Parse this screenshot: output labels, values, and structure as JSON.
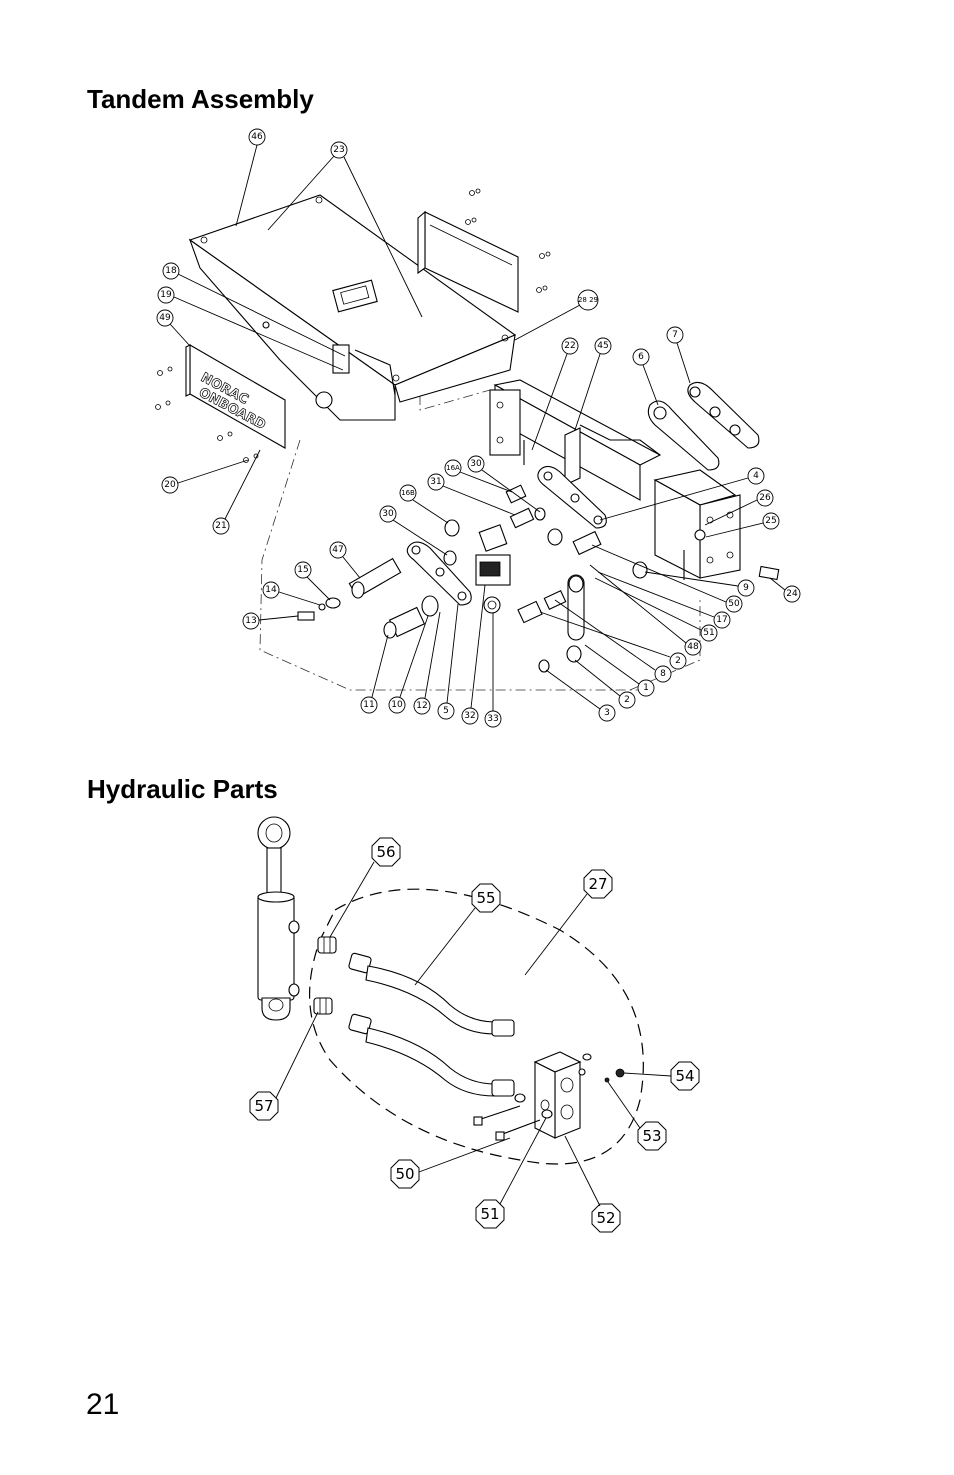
{
  "page": {
    "section1_title": "Tandem Assembly",
    "section2_title": "Hydraulic Parts",
    "page_number": "21"
  },
  "tandem_diagram": {
    "brand_line1": "NORAC",
    "brand_line2": "ONBOARD",
    "callouts": [
      "46",
      "23",
      "18",
      "19",
      "49",
      "20",
      "21",
      "28 29",
      "22",
      "45",
      "6",
      "7",
      "4",
      "26",
      "25",
      "24",
      "9",
      "50",
      "17",
      "48",
      "51",
      "8",
      "2",
      "1",
      "2",
      "3",
      "30",
      "16A",
      "31",
      "16B",
      "30",
      "47",
      "15",
      "14",
      "13",
      "11",
      "10",
      "12",
      "5",
      "32",
      "33"
    ]
  },
  "hydraulic_diagram": {
    "callouts": [
      "56",
      "55",
      "27",
      "57",
      "54",
      "53",
      "50",
      "51",
      "52"
    ]
  }
}
